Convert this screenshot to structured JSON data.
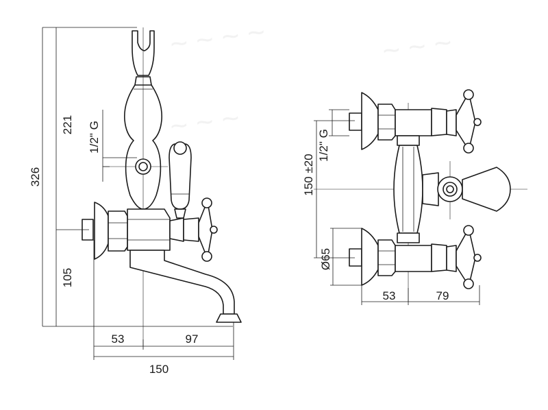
{
  "left_view": {
    "dims": {
      "total_height": "326",
      "upper_height": "221",
      "lower_height": "105",
      "thread_label": "1/2\" G",
      "left_width": "53",
      "right_width": "97",
      "overall_width": "150"
    }
  },
  "right_view": {
    "dims": {
      "center_distance": "150 ±20",
      "thread_label": "1/2\" G",
      "diameter": "Ø65",
      "left_width": "53",
      "right_width": "79"
    }
  }
}
